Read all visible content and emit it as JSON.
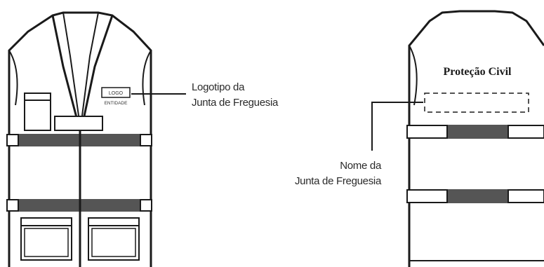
{
  "front_vest": {
    "logo_box_text": "LOGO",
    "entity_text": "ENTIDADE"
  },
  "back_vest": {
    "title": "Proteção Civil"
  },
  "callouts": {
    "logo": {
      "line1": "Logotipo da",
      "line2": "Junta de Freguesia"
    },
    "name": {
      "line1": "Nome da",
      "line2": "Junta de Freguesia"
    }
  },
  "colors": {
    "outline": "#1a1a1a",
    "reflective_band": "#555555",
    "background": "#ffffff"
  }
}
